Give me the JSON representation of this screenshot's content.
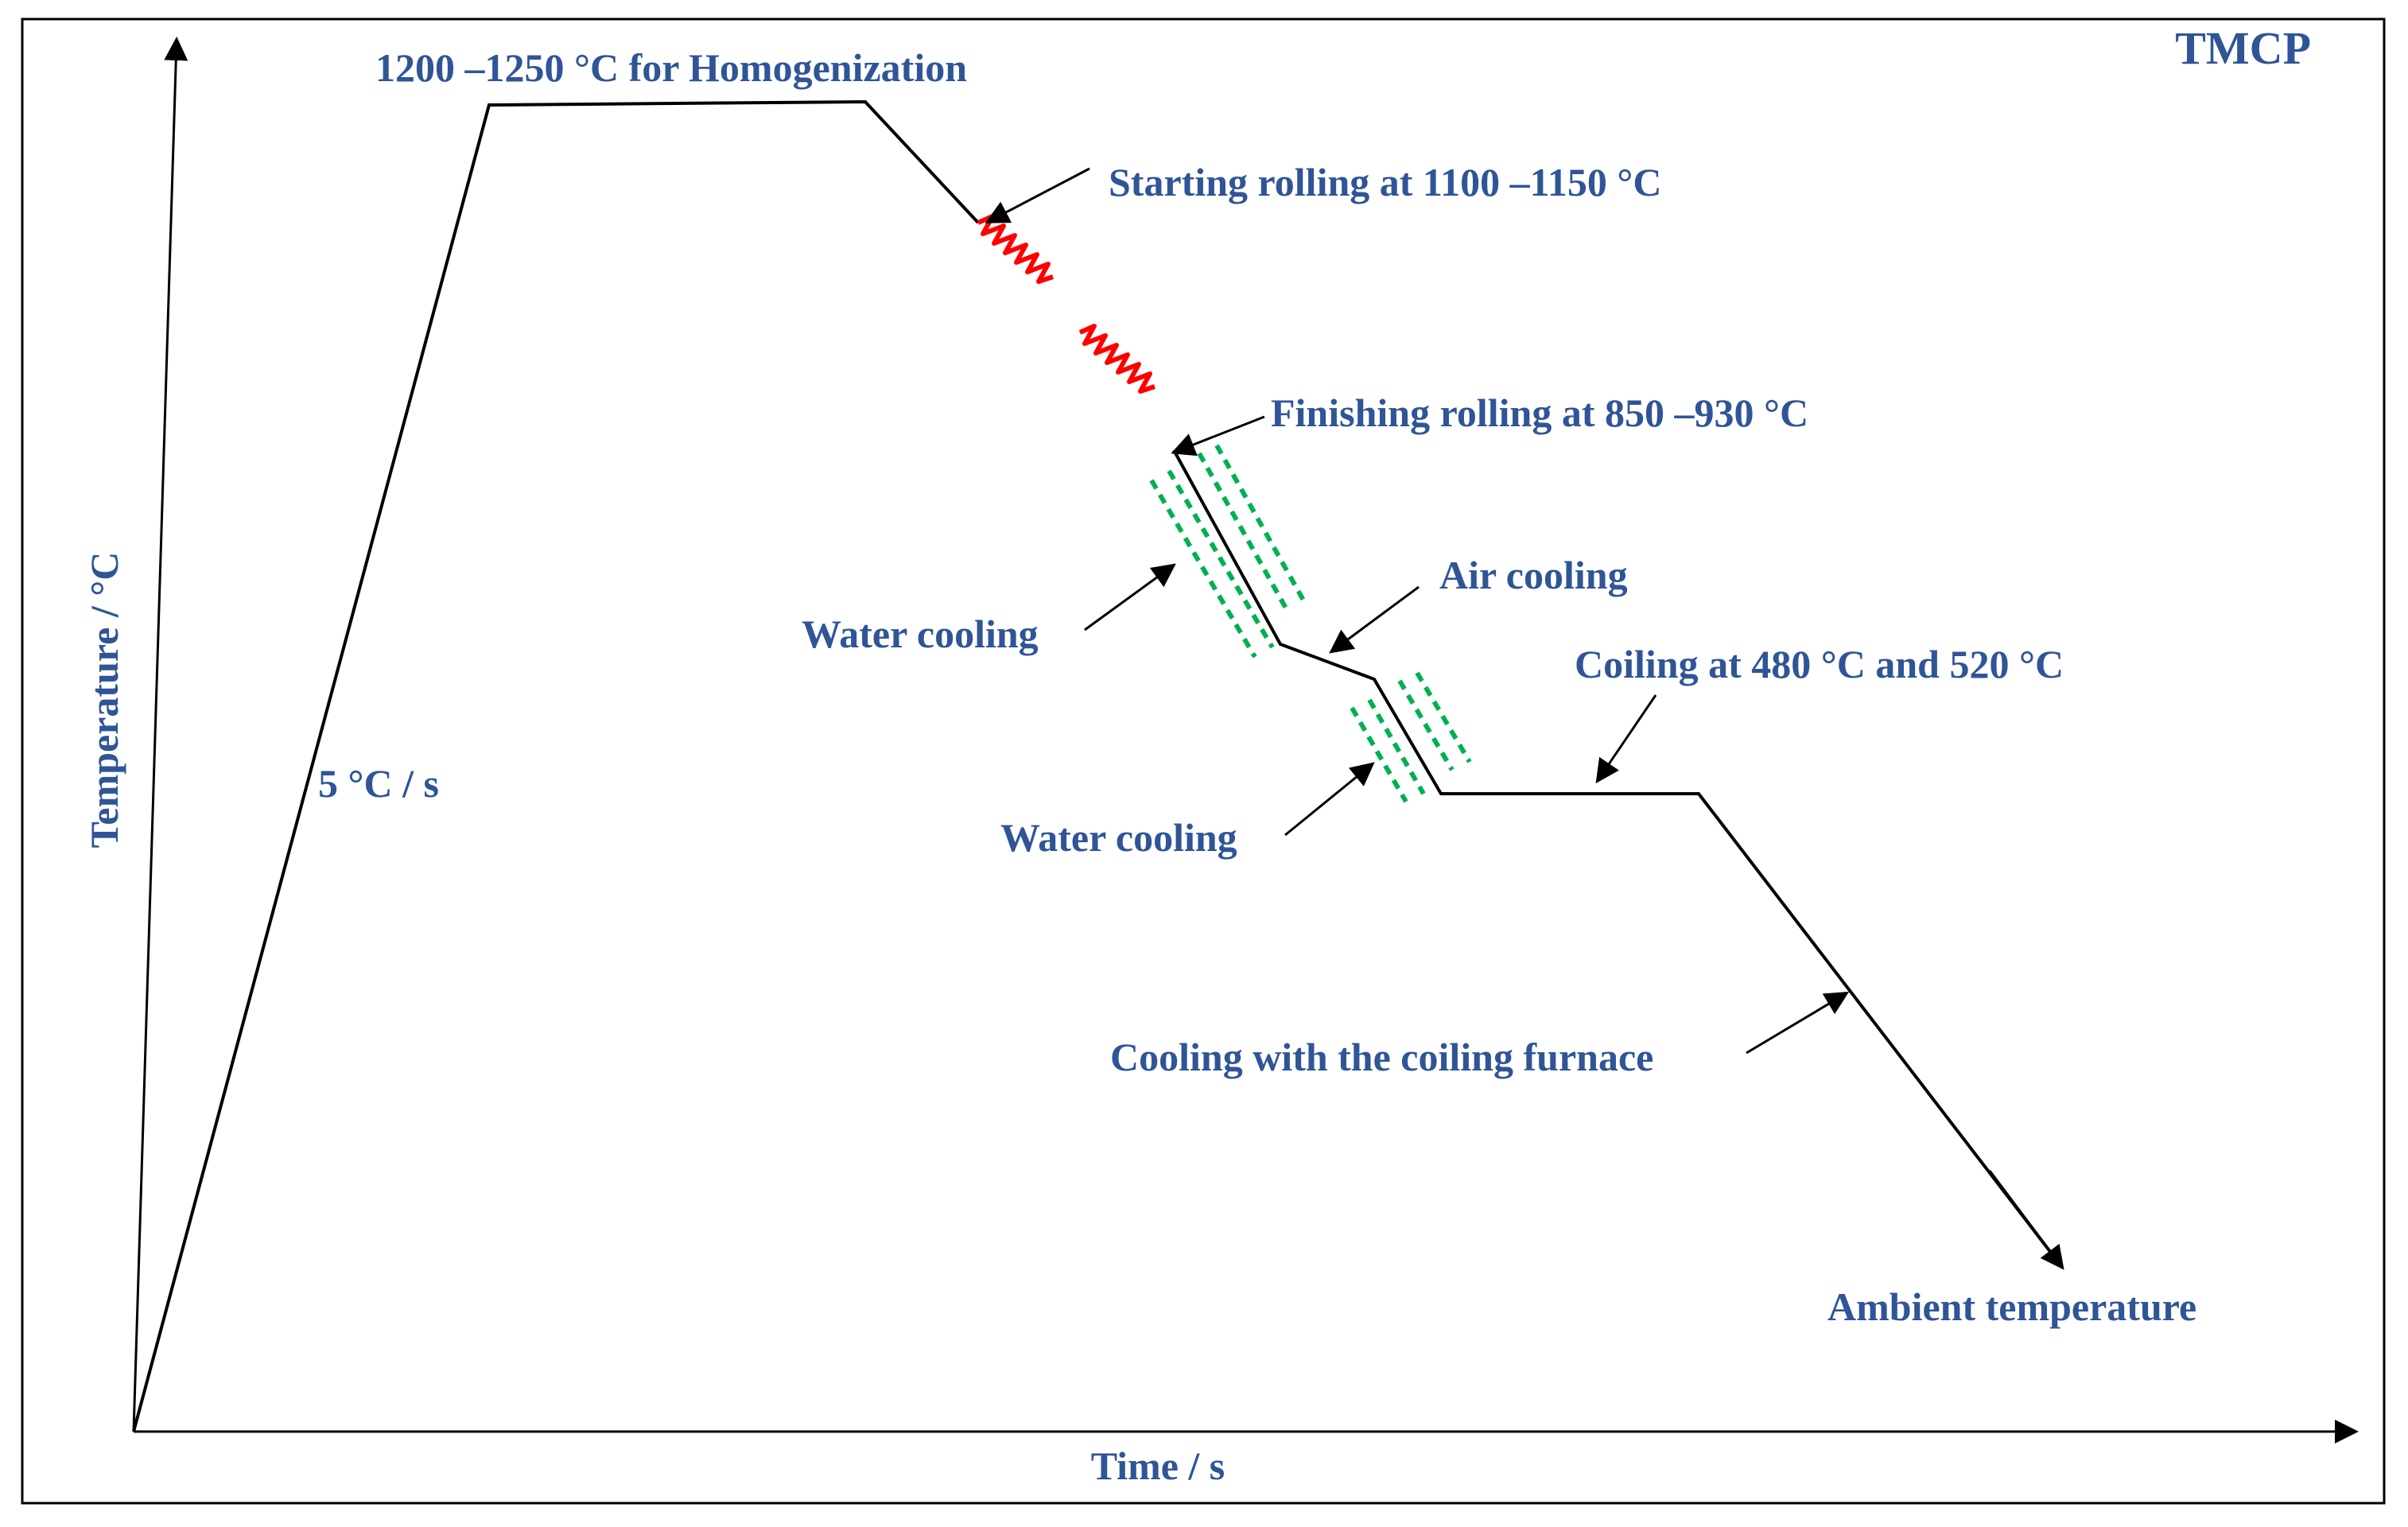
{
  "title": "TMCP",
  "axes": {
    "x_label": "Time / s",
    "y_label": "Temperature / °C"
  },
  "annotations": {
    "heating_rate": "5 °C / s",
    "homogenization": "1200 –1250 °C for Homogenization",
    "start_rolling": "Starting rolling at 1100 –1150 °C",
    "finish_rolling": "Finishing rolling at 850 –930 °C",
    "water_cooling_1": "Water cooling",
    "air_cooling": "Air cooling",
    "water_cooling_2": "Water cooling",
    "coiling": "Coiling at 480 °C and 520 °C",
    "furnace_cooling": "Cooling with the coiling furnace",
    "ambient": "Ambient temperature"
  },
  "colors": {
    "text": "#2f5597",
    "line": "#000000",
    "rolling": "#ff0000",
    "water": "#00b050",
    "frame": "#000000"
  }
}
